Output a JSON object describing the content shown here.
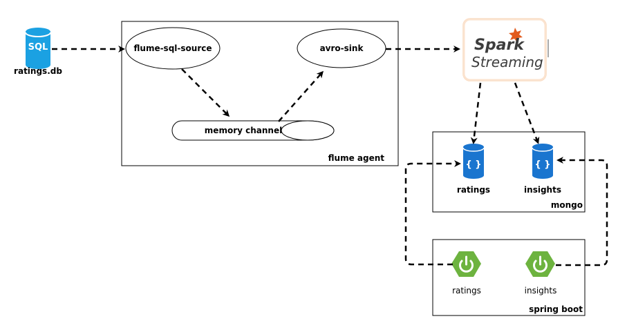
{
  "nodes": {
    "sql_db": {
      "icon_text": "SQL",
      "label": "ratings.db"
    },
    "flume_agent": {
      "label": "flume agent"
    },
    "flume_sql_source": {
      "label": "flume-sql-source"
    },
    "avro_sink": {
      "label": "avro-sink"
    },
    "memory_channel": {
      "label": "memory channel"
    },
    "spark": {
      "line1": "Spark",
      "line2": "Streaming"
    },
    "mongo": {
      "label": "mongo",
      "ratings": "ratings",
      "insights": "insights",
      "icon_text": "{ }"
    },
    "spring_boot": {
      "label": "spring boot",
      "ratings": "ratings",
      "insights": "insights"
    }
  },
  "colors": {
    "sql_blue": "#1ba1e2",
    "mongo_blue": "#1a75cf",
    "spring_green": "#6db33f",
    "spark_orange": "#e25a1c",
    "spark_text": "#3d3d3d"
  },
  "icons": [
    "database-icon",
    "mongodb-icon",
    "spring-power-icon",
    "spark-star-icon"
  ]
}
